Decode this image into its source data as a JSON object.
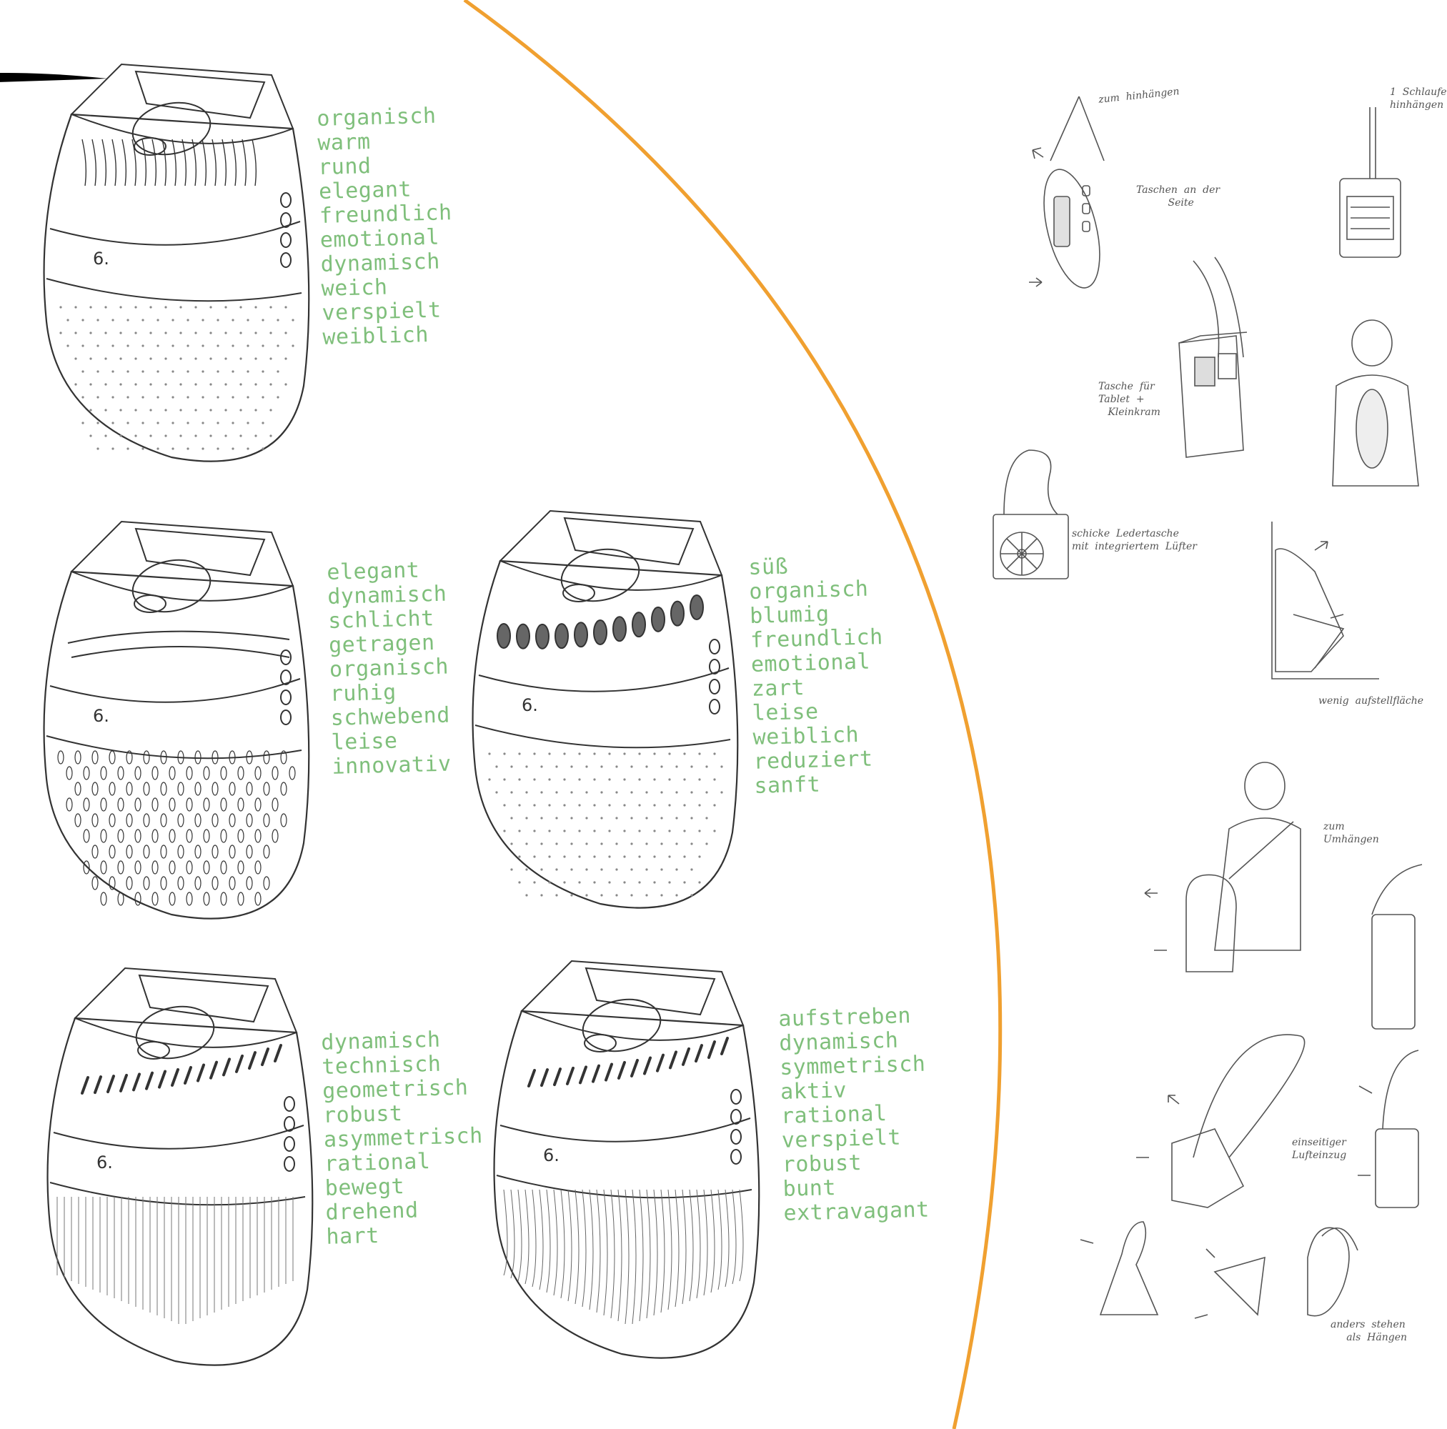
{
  "colors": {
    "divider": "#f0a030",
    "keywords": "#7fbf7b",
    "sketch": "#333333"
  },
  "variants": [
    {
      "words": [
        "organisch",
        "warm",
        "rund",
        "elegant",
        "freundlich",
        "emotional",
        "dynamisch",
        "weich",
        "verspielt",
        "weiblich"
      ]
    },
    {
      "words": [
        "elegant",
        "dynamisch",
        "schlicht",
        "getragen",
        "organisch",
        "ruhig",
        "schwebend",
        "leise",
        "innovativ"
      ]
    },
    {
      "words": [
        "süß",
        "organisch",
        "blumig",
        "freundlich",
        "emotional",
        "zart",
        "leise",
        "weiblich",
        "reduziert",
        "sanft"
      ]
    },
    {
      "words": [
        "dynamisch",
        "technisch",
        "geometrisch",
        "robust",
        "asymmetrisch",
        "rational",
        "bewegt",
        "drehend",
        "hart"
      ]
    },
    {
      "words": [
        "aufstreben",
        "dynamisch",
        "symmetrisch",
        "aktiv",
        "rational",
        "verspielt",
        "robust",
        "bunt",
        "extravagant"
      ]
    }
  ],
  "logo_mark": "6.",
  "notes": {
    "zum_hinhaengen": "zum  hinhängen",
    "taschen_seite": "Taschen  an  der\n          Seite",
    "schlaufe": "1  Schlaufe\nhinhängen",
    "tasche_tablet": "Tasche  für\nTablet  +\n   Kleinkram",
    "ledertasche": "schicke  Ledertasche\nmit  integriertem  Lüfter",
    "aufstellflaeche": "wenig  aufstellfläche",
    "zum_umhaengen": "zum\nUmhängen",
    "lufteinzug": "einseitiger\nLufteinzug",
    "stehen_haengen": "anders  stehen\n     als  Hängen"
  }
}
